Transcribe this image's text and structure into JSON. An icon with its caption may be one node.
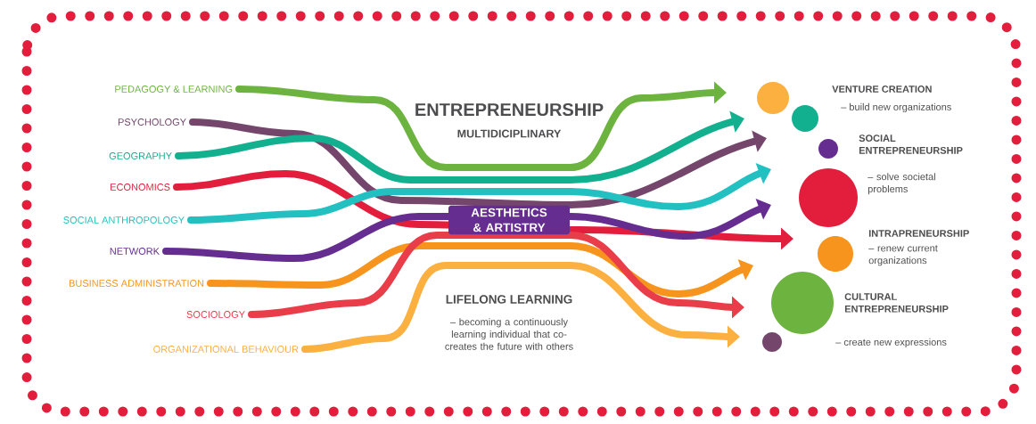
{
  "diagram": {
    "title": "ENTREPRENEURSHIP",
    "nodes": [
      {
        "text": [
          "PEDAGOGY & LEARNING"
        ]
      },
      {
        "text": [
          "PSYCHOLOGY"
        ]
      },
      {
        "text": [
          "GEOGRAPHY"
        ]
      },
      {
        "text": [
          "ECONOMICS"
        ]
      },
      {
        "text": [
          "SOCIAL ANTHROPOLOGY"
        ]
      },
      {
        "text": [
          "NETWORK"
        ]
      },
      {
        "text": [
          "BUSINESS ADMINISTRATION"
        ]
      },
      {
        "text": [
          "SOCIOLOGY"
        ]
      },
      {
        "text": [
          "ORGANIZATIONAL BEHAVIOUR"
        ]
      }
    ],
    "edges": [
      {
        "from": 0,
        "to": null,
        "arrow": "to",
        "color": "#6db33f"
      },
      {
        "from": 1,
        "to": null,
        "arrow": "to",
        "color": "#74466b"
      },
      {
        "from": 2,
        "to": null,
        "arrow": "to",
        "color": "#12b08f"
      },
      {
        "from": 3,
        "to": null,
        "arrow": "to",
        "color": "#e31e3c"
      },
      {
        "from": 4,
        "to": null,
        "arrow": "to",
        "color": "#22c0c0"
      },
      {
        "from": 5,
        "to": null,
        "arrow": "to",
        "color": "#662d91"
      },
      {
        "from": 6,
        "to": null,
        "arrow": "to",
        "color": "#f7941d"
      },
      {
        "from": 7,
        "to": null,
        "arrow": "to",
        "color": "#ea3d4a"
      },
      {
        "from": 8,
        "to": null,
        "arrow": "to",
        "color": "#fbb040"
      }
    ],
    "labels": [
      "MULTIDICIPLINARY",
      "AESTHETICS & ARTISTRY",
      "LIFELONG LEARNING",
      "– becoming a continuously learning individual that co-creates the future with others",
      "VENTURE CREATION",
      "– build new organizations",
      "SOCIAL ENTREPRENEURSHIP",
      "– solve societal problems",
      "INTRAPRENEURSHIP",
      "– renew current organizations",
      "CULTURAL ENTREPRENEURSHIP",
      "– create new expressions"
    ]
  }
}
